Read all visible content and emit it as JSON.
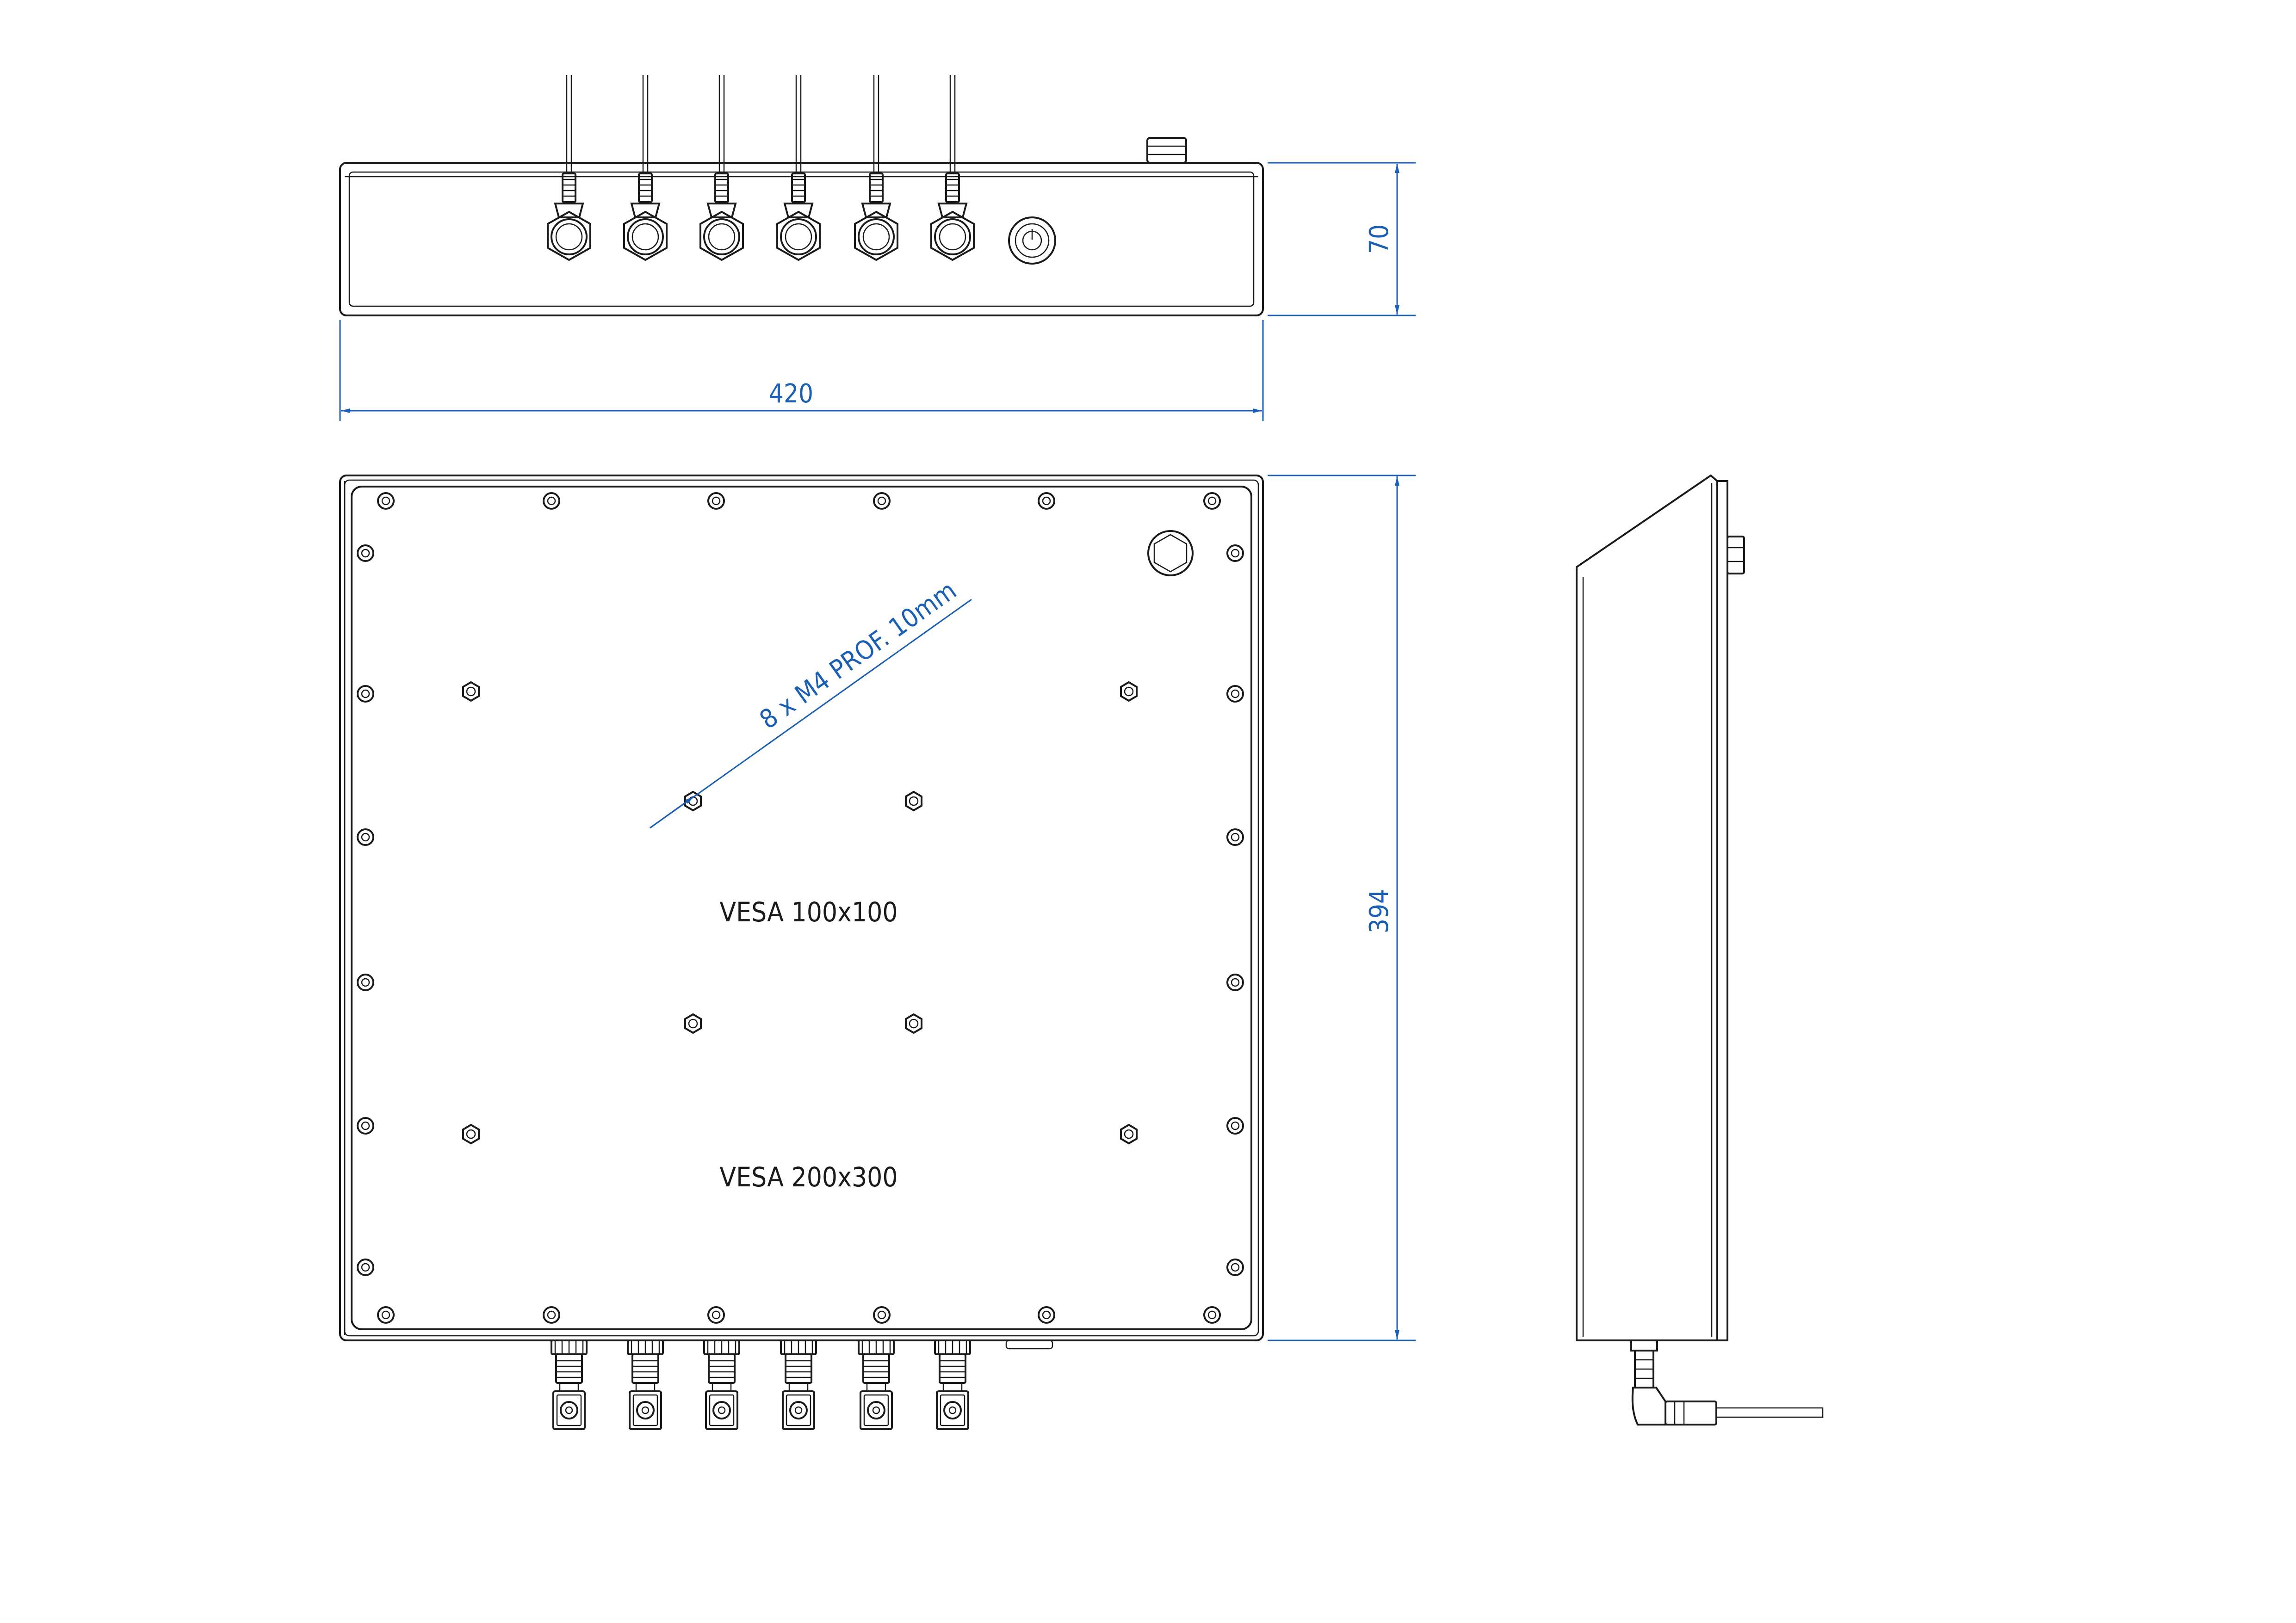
{
  "dimensions": {
    "width": "420",
    "depth": "70",
    "height": "394"
  },
  "annotations": {
    "thread_spec": "8 x M4   PROF. 10mm",
    "vesa_small": "VESA 100x100",
    "vesa_large": "VESA 200x300"
  },
  "colors": {
    "outline": "#1a1a1a",
    "dimension": "#1a5fb4"
  },
  "connectors": {
    "top_count": 6,
    "bottom_count": 6
  }
}
